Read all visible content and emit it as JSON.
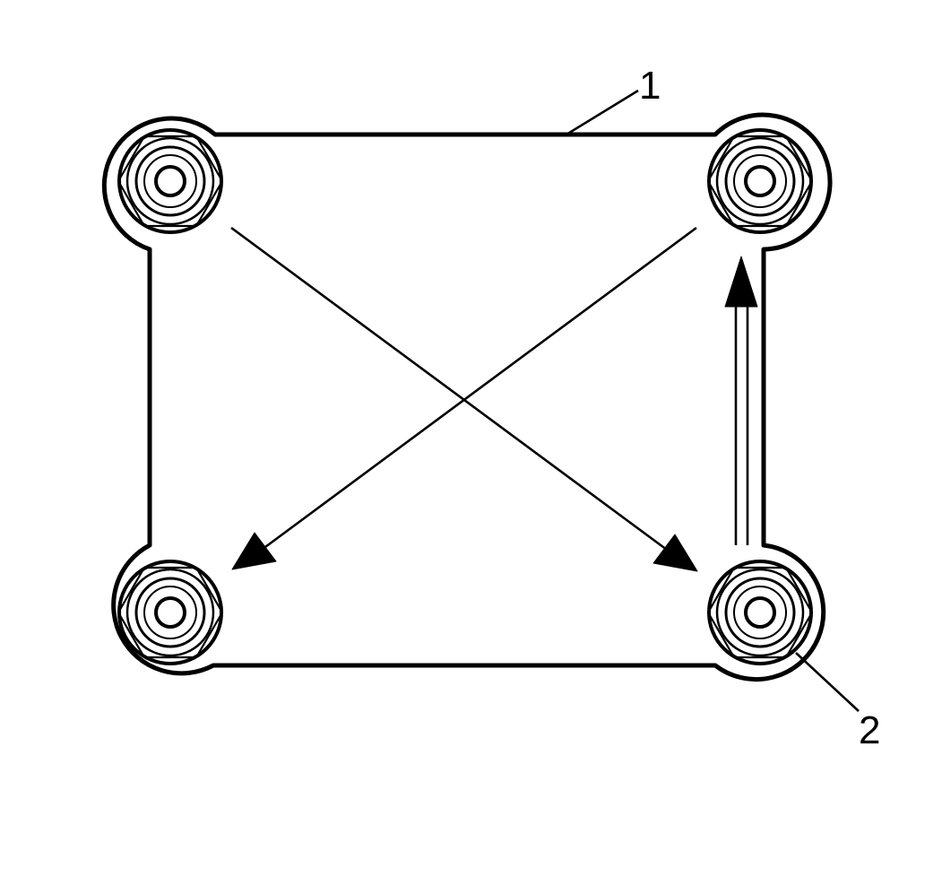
{
  "diagram": {
    "callouts": [
      {
        "label": "1",
        "target": "plate-outline"
      },
      {
        "label": "2",
        "target": "bolt-bottom-right"
      }
    ],
    "bolts": [
      {
        "id": "bolt-top-left",
        "position": "top-left"
      },
      {
        "id": "bolt-top-right",
        "position": "top-right"
      },
      {
        "id": "bolt-bottom-left",
        "position": "bottom-left"
      },
      {
        "id": "bolt-bottom-right",
        "position": "bottom-right"
      }
    ],
    "tightening_sequence": [
      {
        "from": "bolt-top-left",
        "to": "bolt-bottom-right"
      },
      {
        "from": "bolt-bottom-right",
        "to": "bolt-top-right"
      },
      {
        "from": "bolt-top-right",
        "to": "bolt-bottom-left"
      }
    ],
    "colors": {
      "line": "#000000",
      "background": "#ffffff"
    }
  }
}
